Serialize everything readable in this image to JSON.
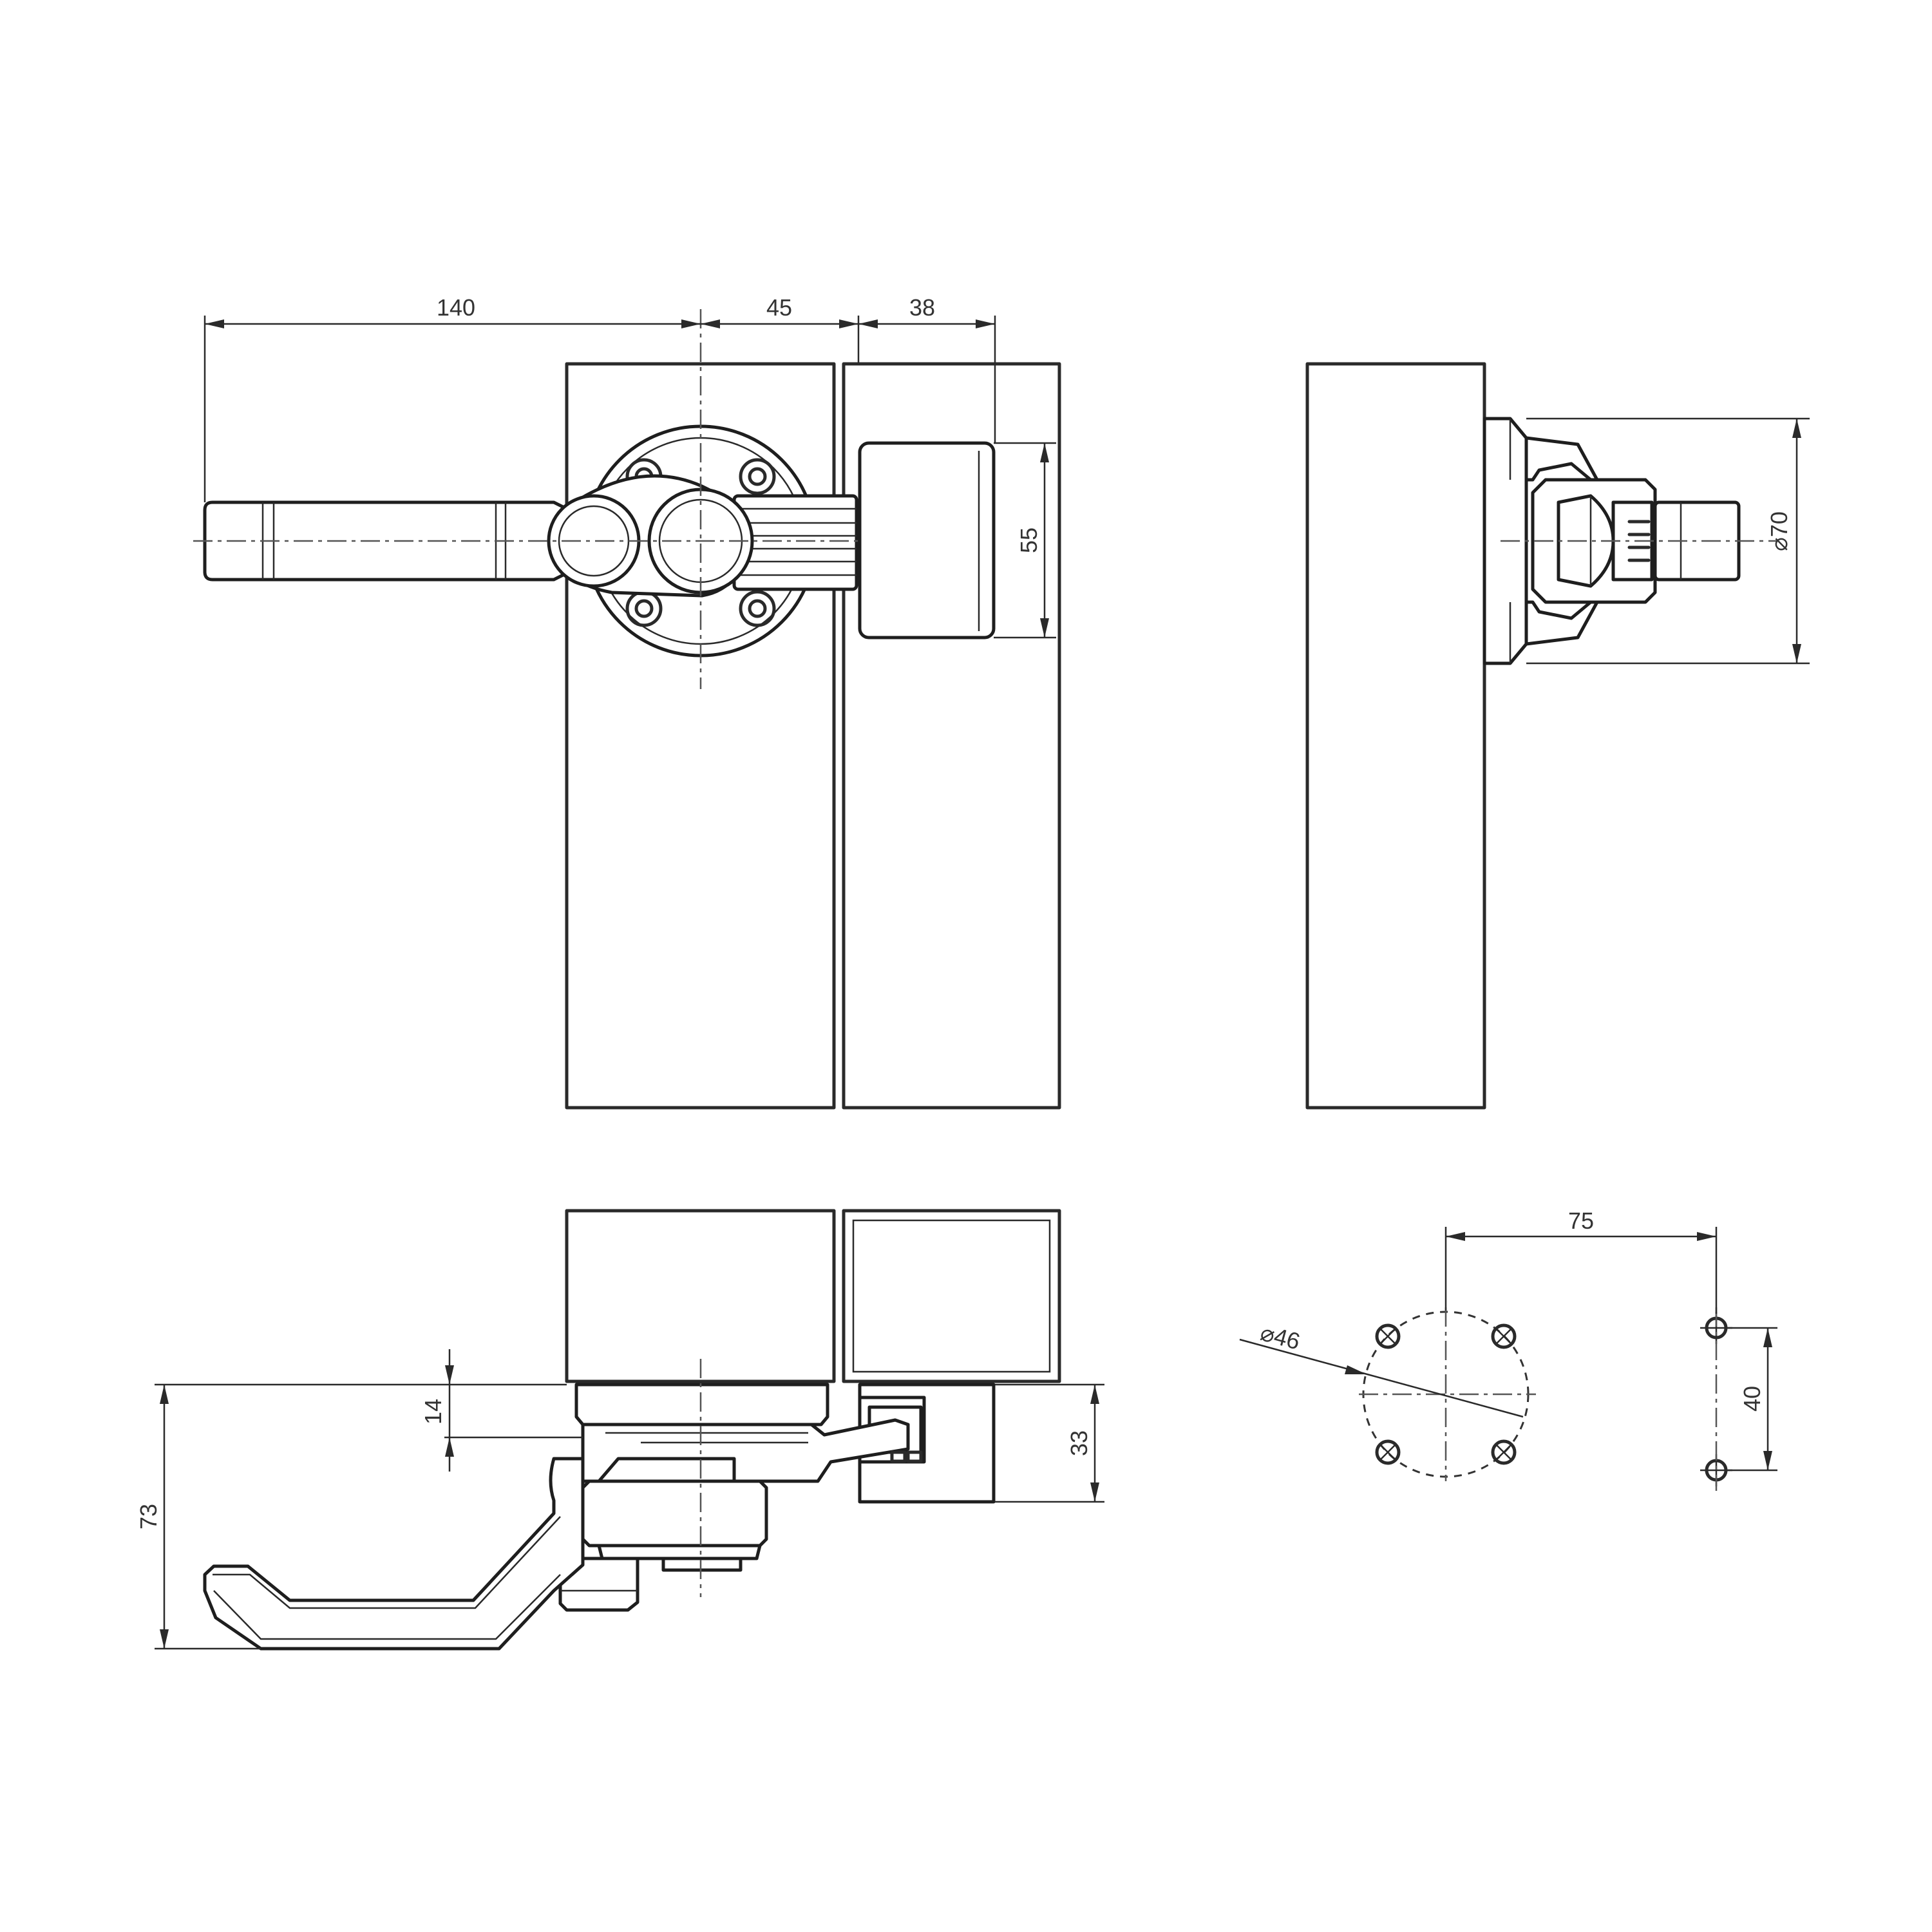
{
  "dimensions": {
    "lever_length": "140",
    "rose_offset": "45",
    "catch_offset": "38",
    "catch_height": "55",
    "rose_diameter": "70",
    "lever_drop": "73",
    "rose_step": "14",
    "catch_depth": "33",
    "hole_pattern_diameter": "46",
    "hole_spacing_horizontal": "75",
    "hole_spacing_vertical": "40"
  },
  "symbols": {
    "diameter": "⌀"
  },
  "colors": {
    "line": "#2a2a2a",
    "background": "#ffffff"
  }
}
